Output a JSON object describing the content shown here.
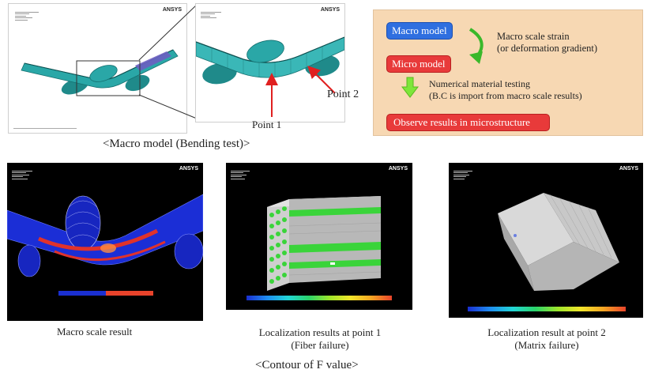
{
  "macro_section": {
    "main_panel": {
      "brand": "ANSYS"
    },
    "zoom_panel": {
      "brand": "ANSYS"
    },
    "point1_label": "Point 1",
    "point2_label": "Point 2",
    "caption": "<Macro model (Bending test)>"
  },
  "flowchart": {
    "macro_model": "Macro model",
    "micro_model": "Micro model",
    "strain_note_line1": "Macro scale strain",
    "strain_note_line2": "(or deformation gradient)",
    "testing_note_line1": "Numerical material testing",
    "testing_note_line2": "(B.C is import from macro scale results)",
    "observe": "Observe  results in microstructure",
    "colors": {
      "blue_box": "#2f6fe0",
      "red_box": "#e83a3a",
      "arrow": "#62d93b",
      "background": "#f7d8b3"
    }
  },
  "results": {
    "macro_result": {
      "brand": "ANSYS",
      "caption": "Macro scale result"
    },
    "point1_result": {
      "brand": "ANSYS",
      "caption_line1": "Localization results at point 1",
      "caption_line2": "(Fiber failure)"
    },
    "point2_result": {
      "brand": "ANSYS",
      "caption_line1": "Localization result at point 2",
      "caption_line2": "(Matrix failure)"
    },
    "caption": "<Contour of F value>",
    "legend_colors": [
      "#1a2fd0",
      "#1f8ef0",
      "#22d6d6",
      "#2bd46a",
      "#9ee62b",
      "#f2e62b",
      "#f5a623",
      "#e8432b"
    ]
  }
}
